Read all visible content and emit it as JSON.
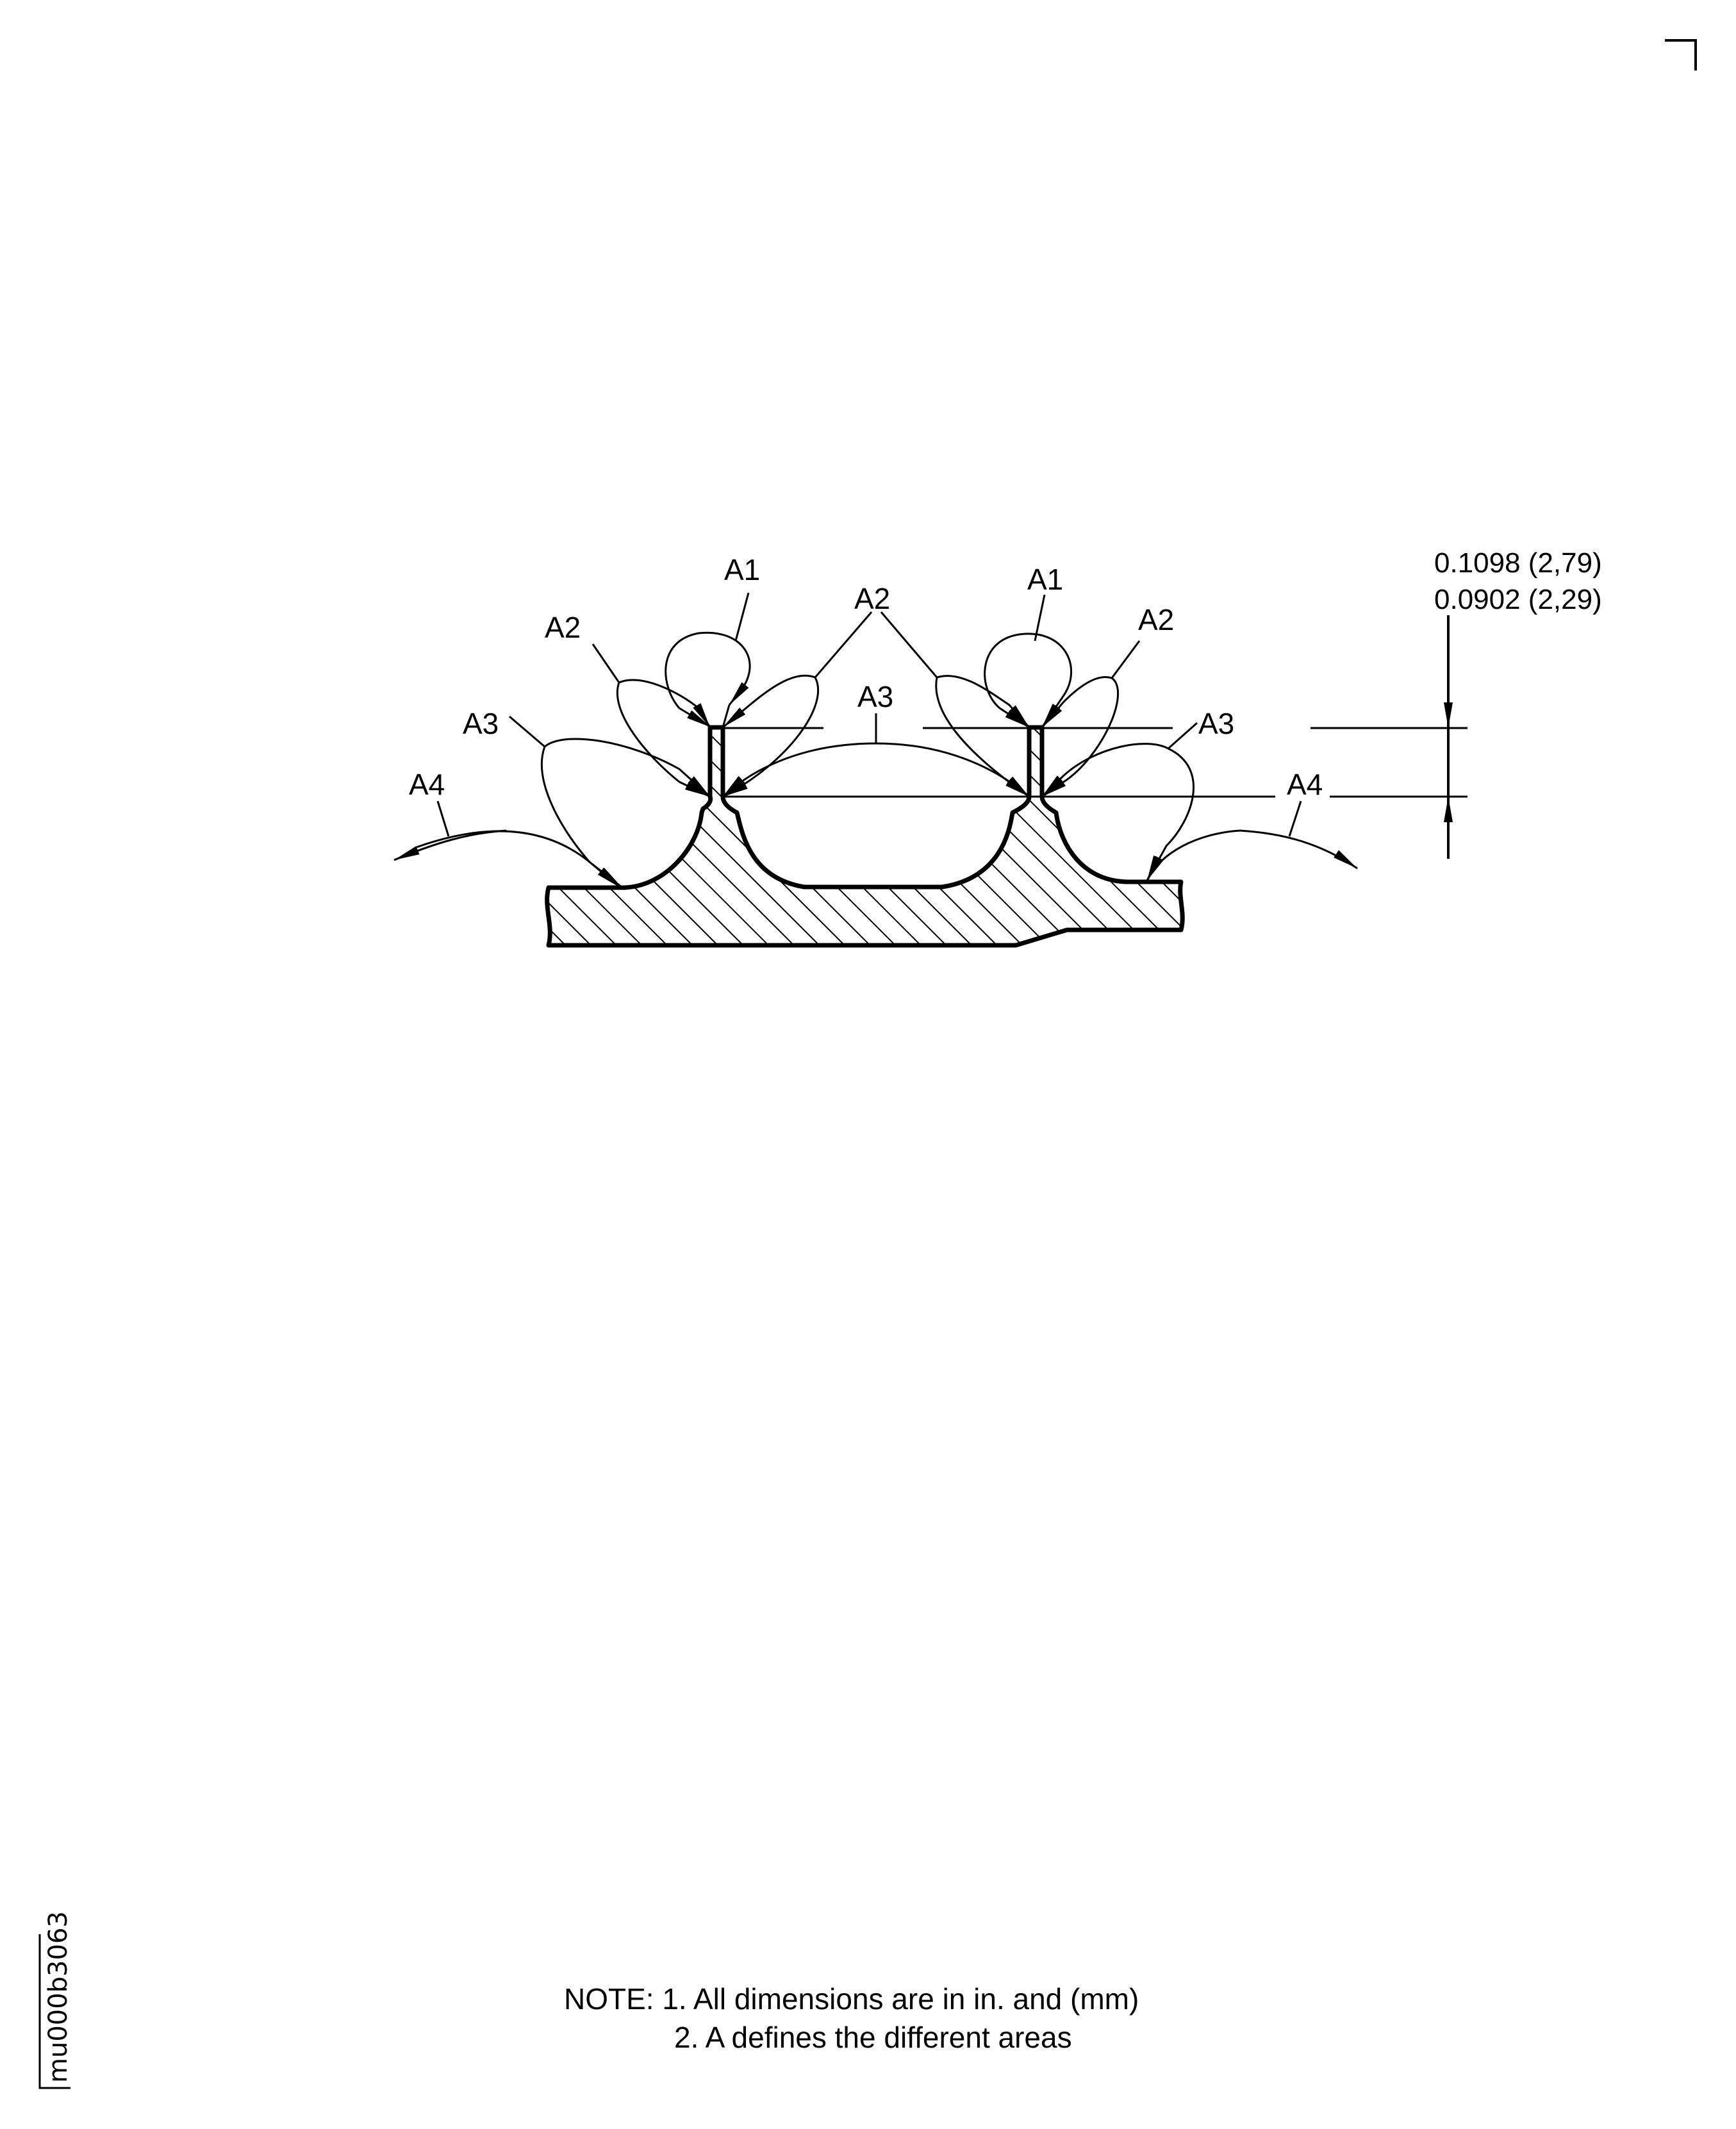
{
  "drawing": {
    "id": "mu000b3063",
    "area_labels": {
      "left_a1": "A1",
      "left_a2": "A2",
      "left_a3": "A3",
      "left_a4": "A4",
      "center_a2": "A2",
      "center_a3": "A3",
      "right_a1": "A1",
      "right_a2": "A2",
      "right_a3": "A3",
      "right_a4": "A4"
    },
    "dimension": {
      "max": "0.1098 (2,79)",
      "min": "0.0902 (2,29)"
    },
    "notes": {
      "line1": "NOTE: 1. All dimensions are in in. and (mm)",
      "line2": "2. A defines the different areas"
    },
    "colors": {
      "ink": "#000000",
      "paper": "#ffffff"
    }
  }
}
